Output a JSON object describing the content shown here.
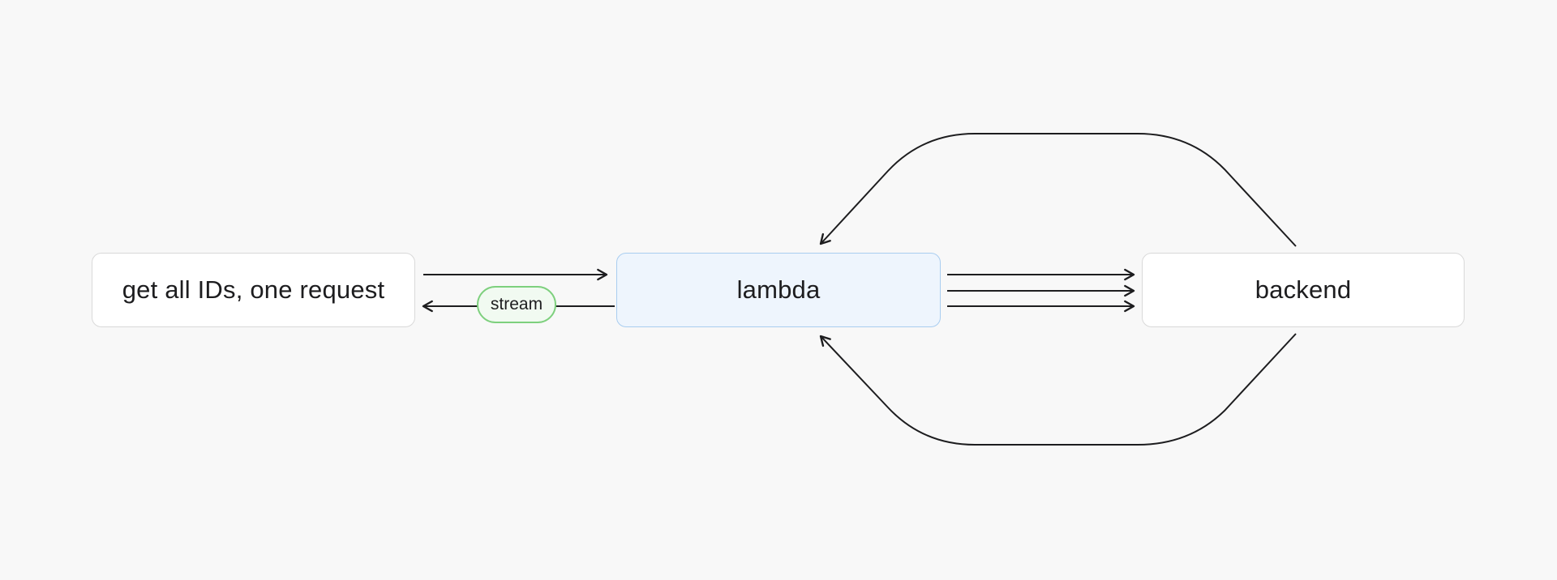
{
  "colors": {
    "canvas-bg": "#f8f8f8",
    "node-border": "#d9d9d9",
    "node-bg": "#ffffff",
    "lambda-border": "#a9cdf0",
    "lambda-bg": "#eef5fd",
    "stream-border": "#7ed07e",
    "stream-bg": "#f1faf1",
    "edge-stroke": "#1d1d1f",
    "text": "#1d1d1f"
  },
  "diagram": {
    "nodes": [
      {
        "id": "client",
        "label": "get all IDs, one request"
      },
      {
        "id": "lambda",
        "label": "lambda"
      },
      {
        "id": "backend",
        "label": "backend"
      }
    ],
    "edge_labels": {
      "stream": "stream"
    }
  }
}
